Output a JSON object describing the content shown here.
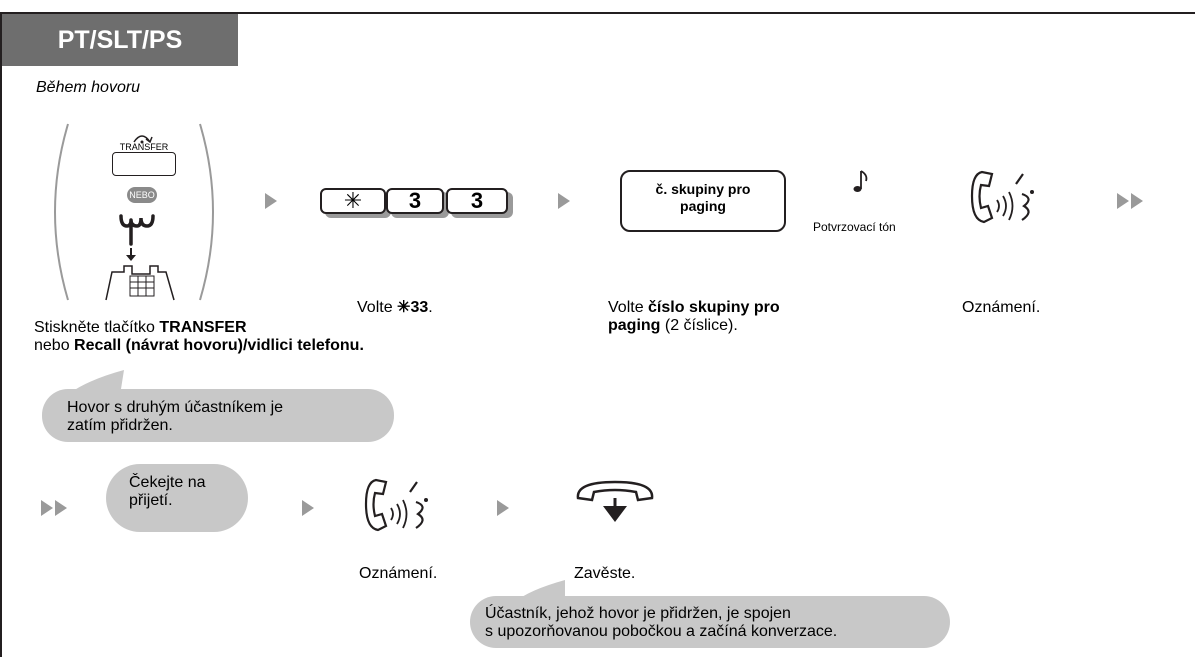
{
  "header": {
    "title": "PT/SLT/PS"
  },
  "intro": {
    "label": "Během hovoru"
  },
  "step_transfer": {
    "button_label": "TRANSFER",
    "or_badge": "NEBO",
    "caption_line1_prefix": "Stiskněte tlačítko ",
    "caption_line1_bold": "TRANSFER",
    "caption_line2_prefix": "nebo ",
    "caption_line2_bold": "Recall (návrat hovoru)/vidlici telefonu."
  },
  "step_dial": {
    "keys": [
      "✳",
      "3",
      "3"
    ],
    "caption_prefix": "Volte ",
    "caption_bold": "✳33",
    "caption_suffix": "."
  },
  "step_group": {
    "box_line1": "č. skupiny pro",
    "box_line2": "paging",
    "tone_label": "Potvrzovací tón",
    "caption_line1_prefix": "Volte ",
    "caption_line1_bold": "číslo skupiny pro",
    "caption_line2_bold": "paging",
    "caption_line2_suffix": " (2 číslice)."
  },
  "step_announce_1": {
    "caption": "Oznámení."
  },
  "bubble_hold": {
    "line1": "Hovor s druhým účastníkem je",
    "line2": "zatím přidržen."
  },
  "bubble_wait": {
    "line1": "Čekejte na",
    "line2": "přijetí."
  },
  "step_announce_2": {
    "caption": "Oznámení."
  },
  "step_hangup": {
    "caption": "Zavěste."
  },
  "bubble_connected": {
    "line1": "Účastník, jehož hovor je přidržen, je spojen",
    "line2": "s upozorňovanou pobočkou a začíná konverzace."
  },
  "icons": [
    "transfer-arrow-icon",
    "press-finger-icon",
    "hookswitch-icon",
    "note-icon",
    "handset-talk-icon",
    "hang-up-icon",
    "next-step-arrow-icon"
  ]
}
